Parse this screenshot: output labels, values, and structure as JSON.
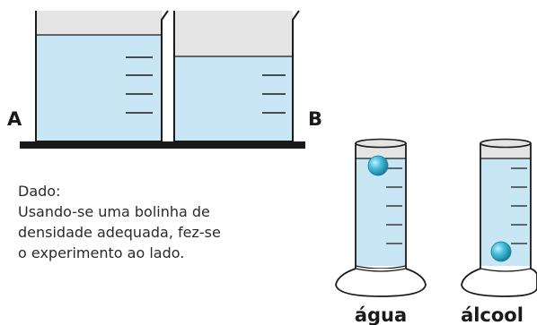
{
  "labels": {
    "beaker_a": "A",
    "beaker_b": "B",
    "cylinder_left": "água",
    "cylinder_right": "álcool"
  },
  "caption": {
    "heading": "Dado:",
    "lines": [
      "Usando-se uma bolinha de",
      "densidade adequada, fez-se",
      "o experimento ao lado."
    ]
  },
  "colors": {
    "liquid": "#c9e6f4",
    "glass_top": "#e4e4e4",
    "ball": "#3bb8d6",
    "outline": "#1a1a1a"
  }
}
